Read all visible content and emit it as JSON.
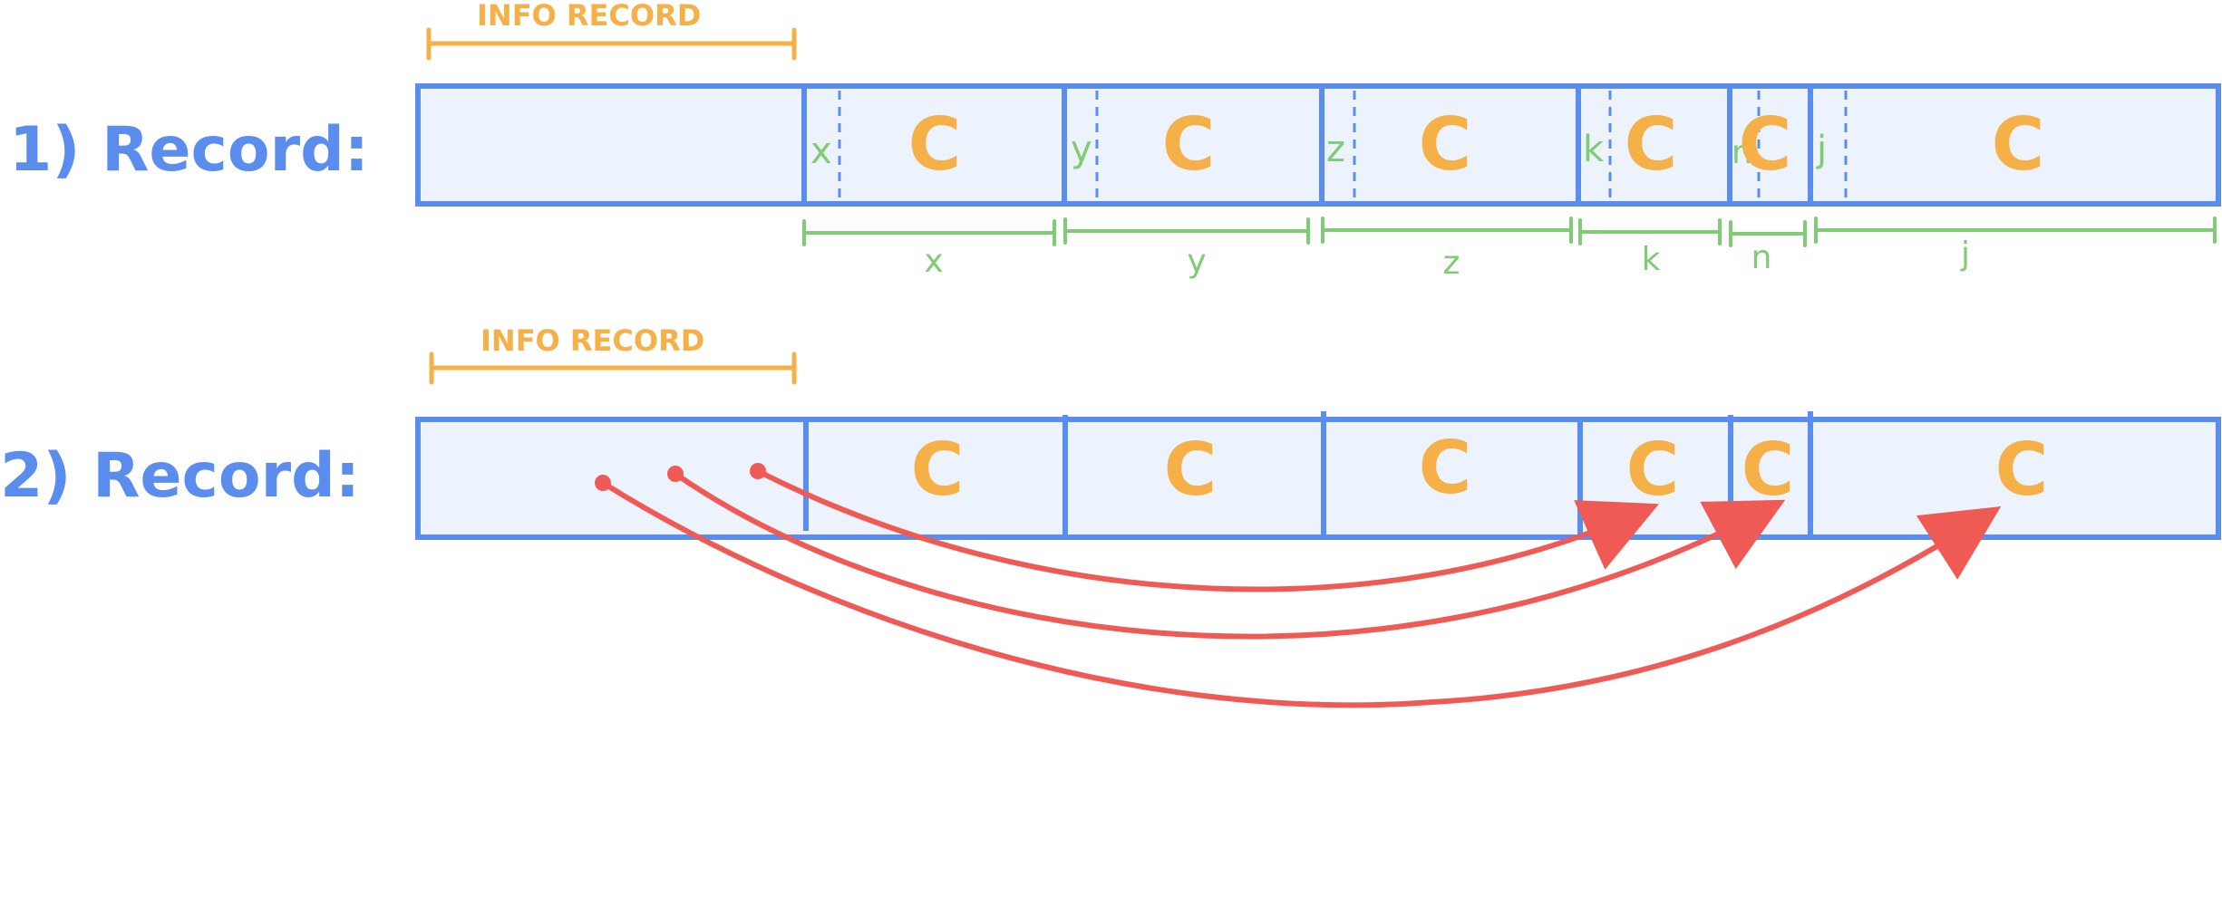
{
  "colors": {
    "blue": "#5b8def",
    "fill": "#edf3fd",
    "orange": "#f6b048",
    "green": "#7fcc74",
    "red": "#ef5a55"
  },
  "record1": {
    "label": "1) Record:",
    "header_label": "INFO RECORD",
    "cell_glyph": "C",
    "prefixes": [
      "x",
      "y",
      "z",
      "k",
      "n",
      "j"
    ],
    "spans": [
      "x",
      "y",
      "z",
      "k",
      "n",
      "j"
    ]
  },
  "record2": {
    "label": "2) Record:",
    "header_label": "INFO RECORD",
    "cell_glyph": "C"
  }
}
